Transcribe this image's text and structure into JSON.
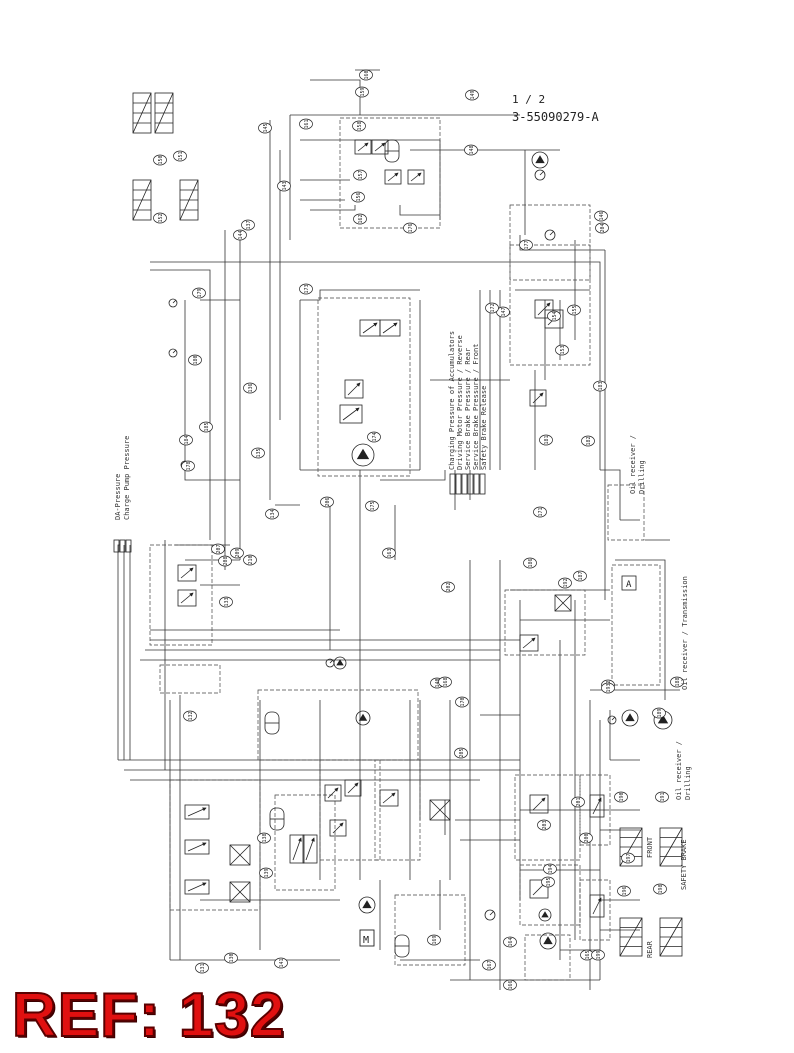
{
  "sheet": {
    "page": "1 / 2",
    "drawing_number": "3-55090279-A"
  },
  "labels": {
    "da_pressure": "DA-Pressure",
    "charge_pump": "Charge Pump Pressure",
    "legend_lines": [
      "Charging Pressure of Accumulators",
      "Driving Motor Pressure / Reverse",
      "Service Brake Pressure / Rear",
      "Service Brake Pressure / Front",
      "Safety Brake Release"
    ],
    "oil_receiver_drilling_top": [
      "Oil receiver /",
      "Drilling"
    ],
    "oil_receiver_transmission": "Oil receiver / Transmission",
    "oil_receiver_drilling_mid": [
      "Oil receiver /",
      "Drilling"
    ],
    "front": "FRONT",
    "rear": "REAR",
    "safety_brake": "SAFETY BRAKE",
    "tank_a": "A",
    "motor_m": "M"
  },
  "ref_stamp": "REF: 132",
  "tags": [
    "130",
    "131",
    "132",
    "133",
    "134",
    "135",
    "136",
    "137",
    "138",
    "139",
    "140",
    "141",
    "142",
    "143",
    "144",
    "145",
    "146",
    "147",
    "148",
    "149",
    "150",
    "151",
    "152",
    "153",
    "154",
    "155",
    "156",
    "157",
    "158",
    "159",
    "160",
    "161",
    "162",
    "163",
    "164",
    "165",
    "166",
    "167",
    "168",
    "169",
    "170",
    "171",
    "172",
    "173",
    "174",
    "175",
    "176",
    "177",
    "178",
    "179",
    "180",
    "181",
    "182",
    "183",
    "184",
    "185",
    "186",
    "187",
    "188",
    "189",
    "190",
    "191",
    "192",
    "193",
    "194",
    "195",
    "196",
    "197",
    "198",
    "199",
    "200",
    "201",
    "202",
    "203",
    "204",
    "205",
    "206",
    "207",
    "208",
    "209",
    "210"
  ],
  "colors": {
    "ink": "#222222",
    "stamp_fill": "#e01010",
    "stamp_stroke": "#5a0000"
  }
}
